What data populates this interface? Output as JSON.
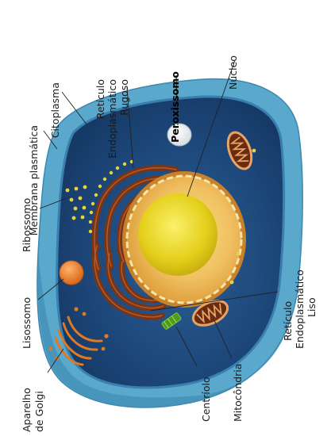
{
  "labels": {
    "membrana": "Membrana plasmática",
    "citoplasma": "Citoplasma",
    "ret_rugoso_1": "Retículo",
    "ret_rugoso_2": "Endoplasmático",
    "ret_rugoso_3": "Rugoso",
    "peroxissomo": "Peroxissomo",
    "nucleo": "Núcleo",
    "ribossomo": "Ribossomo",
    "lisossomo": "Lisossomo",
    "golgi_1": "Aparelho",
    "golgi_2": "de Golgi",
    "centriolo": "Centríolo",
    "mitocondria": "Mitocôndria",
    "ret_liso_1": "Retículo",
    "ret_liso_2": "Endoplasmático",
    "ret_liso_3": "Liso"
  },
  "colors": {
    "membrane": "#5aa8cc",
    "cytoplasm": "#1d4a7c",
    "nucleus_envelope": "#e9a53a",
    "nucleolus": "#e8d21e",
    "reticulum": "#7a3414",
    "organelle_orange": "#e07a22"
  }
}
